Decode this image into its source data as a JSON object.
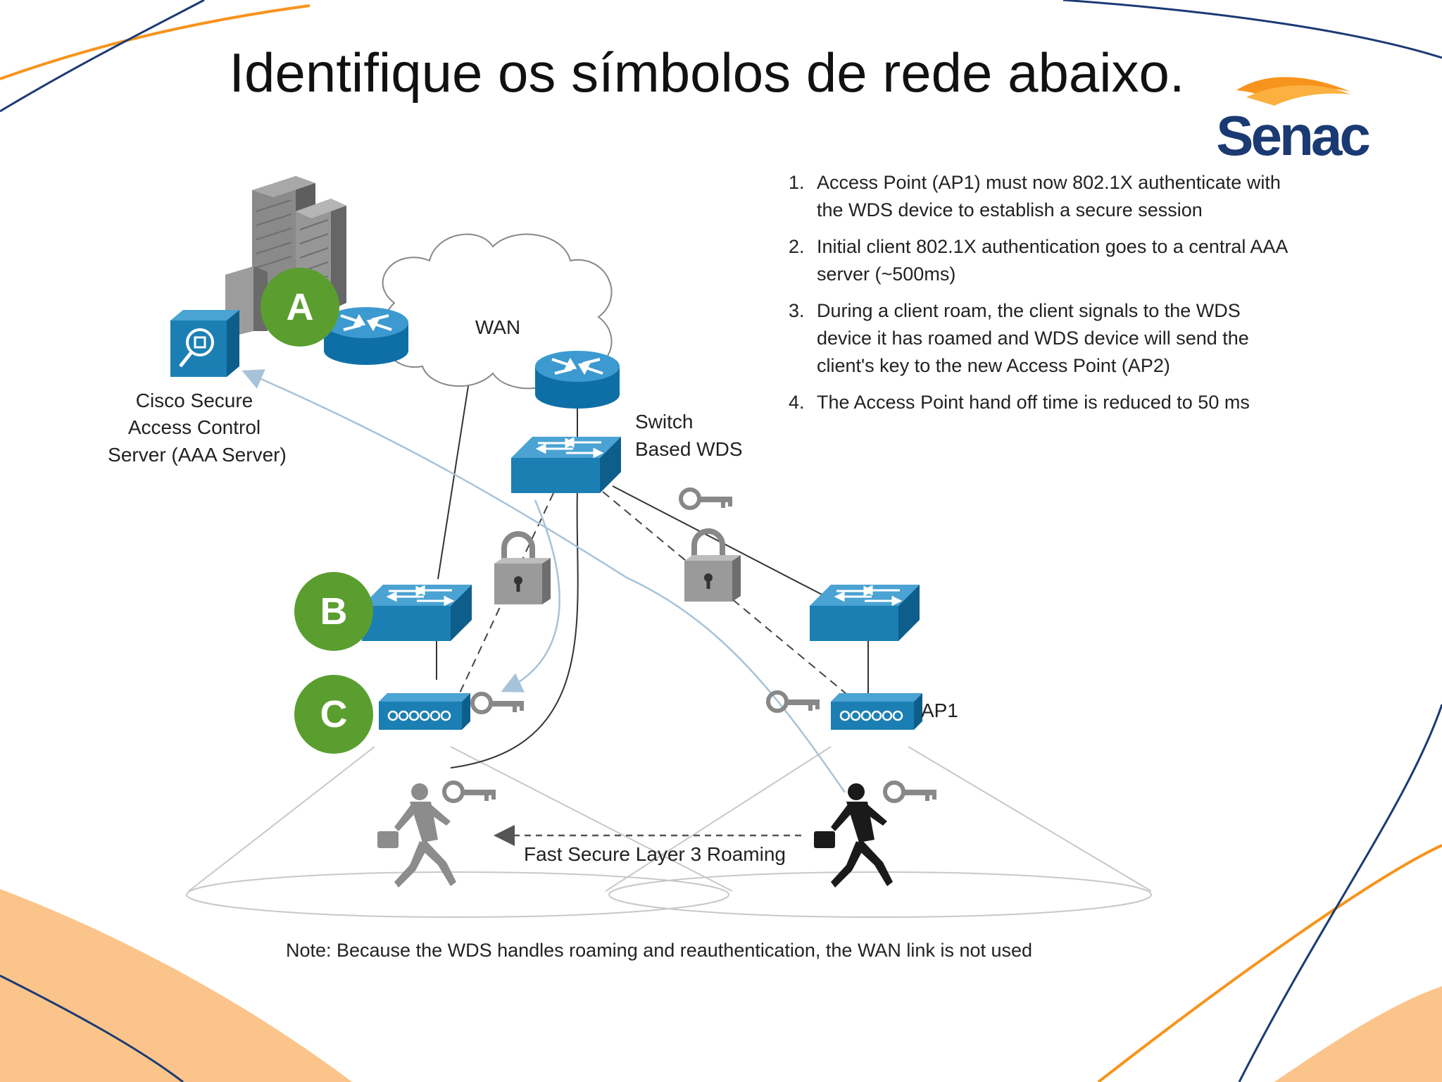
{
  "slide": {
    "title": "Identifique os símbolos de rede abaixo.",
    "logo_text": "Senac",
    "colors": {
      "accent_orange": "#F7941D",
      "accent_navy": "#1B3A73",
      "cisco_blue": "#1B7FB3",
      "marker_green": "#5A9E2F"
    }
  },
  "diagram": {
    "steps": [
      {
        "num": "1.",
        "text": "Access Point (AP1) must now 802.1X authenticate with the WDS device to establish a secure session"
      },
      {
        "num": "2.",
        "text": "Initial client 802.1X authentication goes to a central AAA server (~500ms)"
      },
      {
        "num": "3.",
        "text": "During a client roam, the client signals to the WDS device  it has roamed and WDS device will send the client's key to the new Access Point (AP2)"
      },
      {
        "num": "4.",
        "text": "The Access Point hand off time is reduced to 50 ms"
      }
    ],
    "labels": {
      "wan": "WAN",
      "aaa_line1": "Cisco Secure",
      "aaa_line2": "Access Control",
      "aaa_line3": "Server (AAA Server)",
      "wds_line1": "Switch",
      "wds_line2": "Based WDS",
      "ap1": "AP1",
      "roaming": "Fast Secure Layer 3 Roaming",
      "note": "Note: Because the WDS handles roaming and reauthentication, the WAN link is not used"
    },
    "markers": {
      "a": "A",
      "b": "B",
      "c": "C"
    },
    "icons": [
      "building-icon",
      "aaa-server-icon",
      "router-icon",
      "cloud-icon",
      "switch-icon",
      "access-point-icon",
      "padlock-icon",
      "key-icon",
      "person-running-icon"
    ]
  }
}
